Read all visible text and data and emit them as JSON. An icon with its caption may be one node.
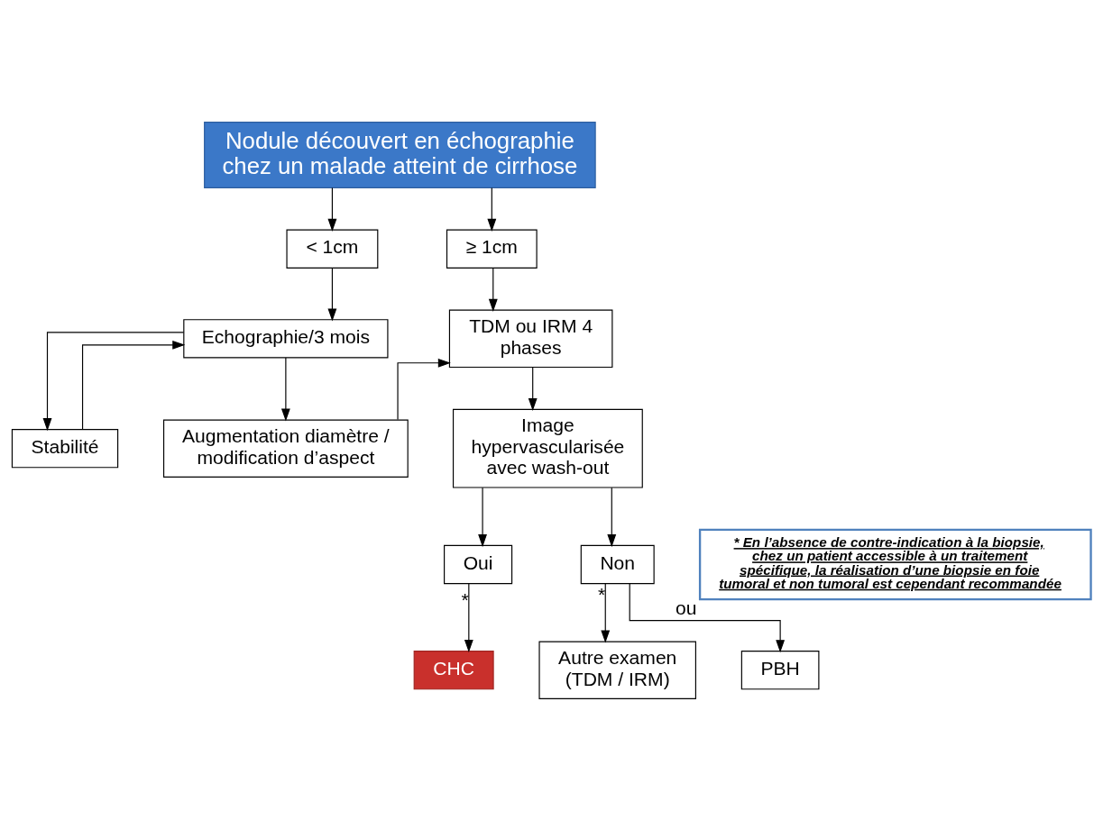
{
  "diagram": {
    "nodes": [
      {
        "text": [
          "Nodule découvert en échographie chez un malade atteint de cirrhose"
        ]
      },
      {
        "text": [
          "< 1cm"
        ]
      },
      {
        "text": [
          "≥ 1cm"
        ]
      },
      {
        "text": [
          "Echographie/3 mois"
        ]
      },
      {
        "text": [
          "Stabilité"
        ]
      },
      {
        "text": [
          "Augmentation diamètre / modification d’aspect"
        ]
      },
      {
        "text": [
          "TDM ou IRM 4 phases"
        ]
      },
      {
        "text": [
          "Image hypervascularisée avec wash-out"
        ]
      },
      {
        "text": [
          "Oui"
        ]
      },
      {
        "text": [
          "Non"
        ]
      },
      {
        "text": [
          "CHC"
        ]
      },
      {
        "text": [
          "Autre examen (TDM / IRM)"
        ]
      },
      {
        "text": [
          "PBH"
        ]
      },
      {
        "text": [
          "* En l’absence de contre-indication à la biopsie, chez un patient accessible à un traitement spécifique, la réalisation d’une biopsie en foie tumoral et non tumoral est cependant recommandée"
        ]
      }
    ],
    "edges": [
      {
        "from": 0,
        "to": 1,
        "arrow": "to"
      },
      {
        "from": 0,
        "to": 2,
        "arrow": "to"
      },
      {
        "from": 1,
        "to": 3,
        "arrow": "to"
      },
      {
        "from": 2,
        "to": 6,
        "arrow": "to"
      },
      {
        "from": 3,
        "to": 4,
        "arrow": "to"
      },
      {
        "from": 3,
        "to": 5,
        "arrow": "to"
      },
      {
        "from": 4,
        "to": 3,
        "arrow": "to"
      },
      {
        "from": 5,
        "to": 6,
        "arrow": "to"
      },
      {
        "from": 6,
        "to": 7,
        "arrow": "to"
      },
      {
        "from": 7,
        "to": 8,
        "arrow": "to"
      },
      {
        "from": 7,
        "to": 9,
        "arrow": "to"
      },
      {
        "from": 8,
        "to": 10,
        "arrow": "to",
        "label": "*"
      },
      {
        "from": 9,
        "to": 11,
        "arrow": "to",
        "label": "*"
      },
      {
        "from": 9,
        "to": 12,
        "arrow": "to",
        "label": "ou"
      }
    ]
  }
}
